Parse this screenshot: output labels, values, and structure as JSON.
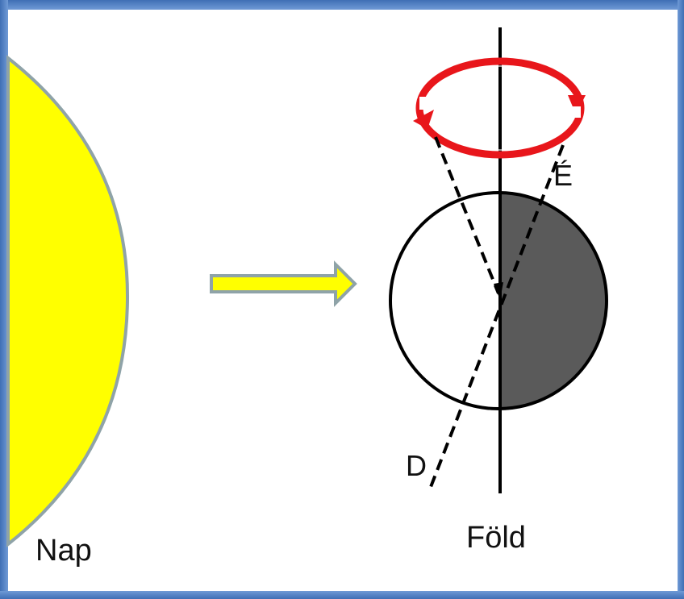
{
  "labels": {
    "sun": "Nap",
    "earth": "Föld",
    "north": "É",
    "south": "D"
  },
  "colors": {
    "sun_fill": "#ffff00",
    "sun_stroke": "#8fa3a8",
    "arrow_fill": "#ffff00",
    "arrow_stroke": "#8fa3a8",
    "earth_night": "#5a5a5a",
    "rotation_arrow": "#e8161b",
    "frame_border": "#4a7cc4"
  }
}
